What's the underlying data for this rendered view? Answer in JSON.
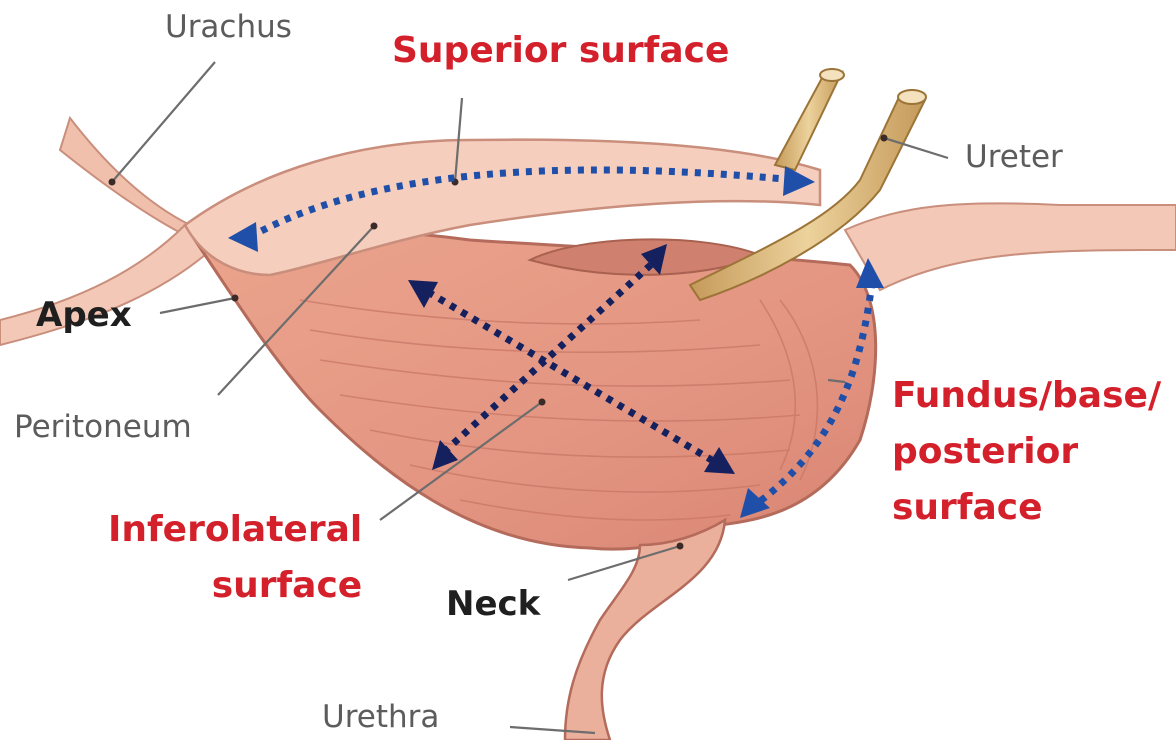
{
  "labels": {
    "urachus": "Urachus",
    "superior_surface": "Superior surface",
    "ureter": "Ureter",
    "apex": "Apex",
    "peritoneum": "Peritoneum",
    "fundus": [
      "Fundus/base/",
      "posterior",
      "surface"
    ],
    "inferolateral": [
      "Inferolateral",
      "surface"
    ],
    "neck": "Neck",
    "urethra": "Urethra"
  },
  "colors": {
    "surface_label": "#d3202a",
    "structure_label": "#5c5c5c",
    "region_label": "#1f1f1f",
    "arrow_blue": "#1f4fa8",
    "arrow_navy": "#14215e",
    "bladder_muscle": "#e79d86",
    "peritoneum_fold": "#f3c7b4",
    "ureter": "#d8b57a"
  }
}
